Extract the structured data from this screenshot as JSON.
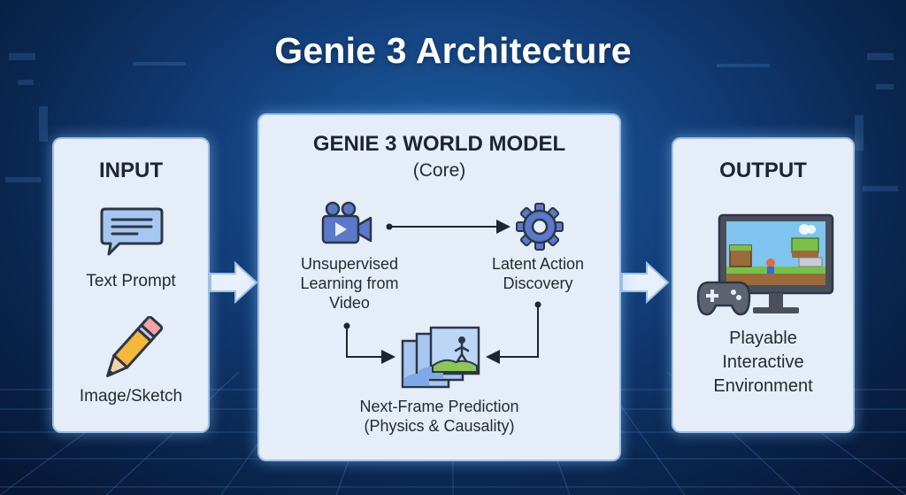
{
  "title": "Genie 3 Architecture",
  "input": {
    "heading": "INPUT",
    "text_prompt": "Text Prompt",
    "image_sketch": "Image/Sketch"
  },
  "core": {
    "heading": "GENIE 3 WORLD MODEL",
    "subheading": "(Core)",
    "video_learning": [
      "Unsupervised",
      "Learning from",
      "Video"
    ],
    "latent_action": [
      "Latent Action",
      "Discovery"
    ],
    "next_frame": [
      "Next-Frame Prediction",
      "(Physics & Causality)"
    ]
  },
  "output": {
    "heading": "OUTPUT",
    "environment": [
      "Playable",
      "Interactive",
      "Environment"
    ]
  },
  "colors": {
    "panel_bg": "#e4edf8",
    "panel_border": "#9cc0e6",
    "icon_blue": "#5b78c9",
    "arrow_fill": "#e8f0fb"
  },
  "icons": [
    "chat-bubble-icon",
    "pencil-icon",
    "video-camera-icon",
    "gear-icon",
    "image-frames-icon",
    "monitor-icon",
    "gamepad-icon"
  ]
}
